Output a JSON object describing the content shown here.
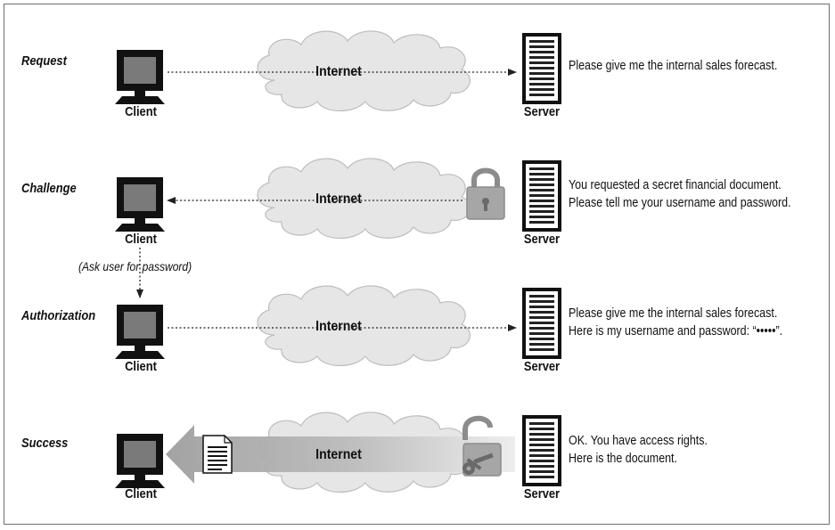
{
  "stages": [
    {
      "name": "Request",
      "client_label": "Client",
      "server_label": "Server",
      "cloud_label": "Internet",
      "message_lines": [
        "Please give me the internal sales forecast."
      ],
      "direction": "to-server",
      "icon": "none"
    },
    {
      "name": "Challenge",
      "client_label": "Client",
      "server_label": "Server",
      "cloud_label": "Internet",
      "message_lines": [
        "You requested a secret financial document.",
        "Please tell me your username and password."
      ],
      "direction": "to-client",
      "icon": "locked-padlock-icon"
    },
    {
      "name": "Authorization",
      "client_label": "Client",
      "server_label": "Server",
      "cloud_label": "Internet",
      "message_lines": [
        "Please give me the internal sales forecast.",
        "Here is my username and password: “•••••”."
      ],
      "direction": "to-server",
      "icon": "none"
    },
    {
      "name": "Success",
      "client_label": "Client",
      "server_label": "Server",
      "cloud_label": "Internet",
      "message_lines": [
        "OK. You have access rights.",
        "Here is the document."
      ],
      "direction": "to-client-wide",
      "icon": "unlocked-padlock-with-key-icon"
    }
  ],
  "annotations": {
    "ask_user": "(Ask user for password)"
  },
  "colors": {
    "screen": "#7a7a7a",
    "cloud_fill": "#e6e6e6",
    "cloud_stroke": "#bdbdbd",
    "lock": "#9a9a9a",
    "arrow": "#222222"
  }
}
